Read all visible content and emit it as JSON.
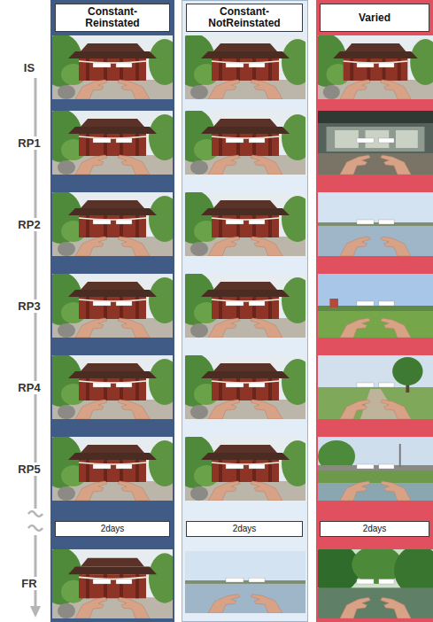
{
  "diagram": {
    "nodes": [
      {
        "text": [
          "Constant-Reinstated"
        ]
      },
      {
        "text": [
          "Constant-NotReinstated"
        ]
      },
      {
        "text": [
          "Varied"
        ]
      },
      {
        "text": [
          "2days"
        ]
      },
      {
        "text": [
          "2days"
        ]
      },
      {
        "text": [
          "2days"
        ]
      }
    ],
    "labels": [
      "IS",
      "RP1",
      "RP2",
      "RP3",
      "RP4",
      "RP5",
      "FR"
    ]
  }
}
